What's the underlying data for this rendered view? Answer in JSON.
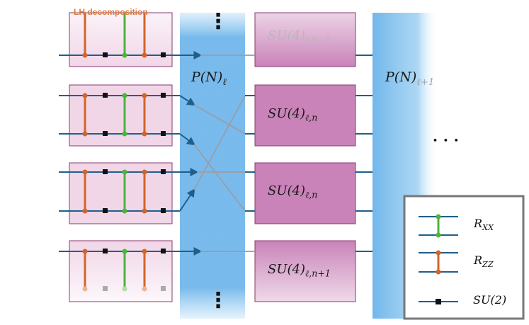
{
  "header": {
    "lh_title": "LH decomposition"
  },
  "perm_labels": [
    {
      "main": "P(N)",
      "sub": "ℓ"
    },
    {
      "main": "P(N)",
      "sub": "ℓ+1"
    }
  ],
  "su4_blocks": [
    {
      "main": "SU(4)",
      "sub": "ℓ,n−1"
    },
    {
      "main": "SU(4)",
      "sub": "ℓ,n"
    },
    {
      "main": "SU(4)",
      "sub": "ℓ,n"
    },
    {
      "main": "SU(4)",
      "sub": "ℓ,n+1"
    }
  ],
  "ellipsis": {
    "vertical": "⋮",
    "horizontal": "• • •"
  },
  "legend": {
    "rxx": {
      "main": "R",
      "sub": "XX"
    },
    "rzz": {
      "main": "R",
      "sub": "ZZ"
    },
    "su2": {
      "main": "SU(2)"
    }
  },
  "colors": {
    "wire": "#1f5f8b",
    "rxx": "#4cb33c",
    "rzz": "#d2642a",
    "gate_fill": "#f1d6e8",
    "gate_border": "#8a3a6e",
    "su4_fill": "#c983b8",
    "perm_band": "#63aee6",
    "lh_title": "#e07a3a"
  }
}
